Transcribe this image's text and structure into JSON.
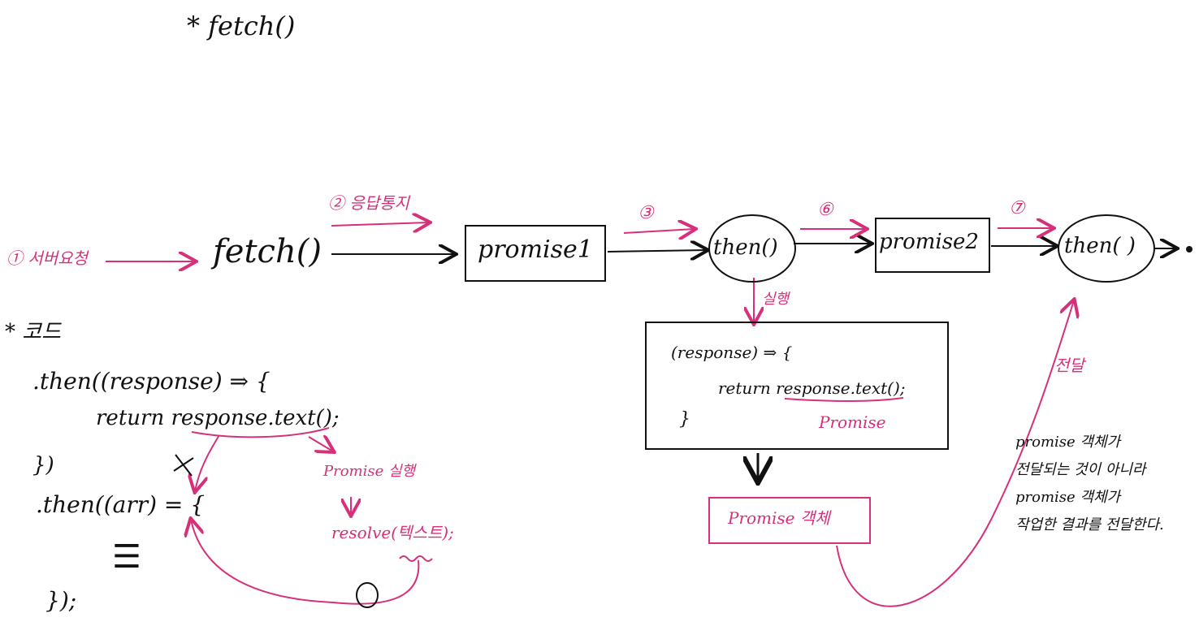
{
  "title": "* fetch()",
  "flow": {
    "step1": "① 서버요청",
    "fetch": "fetch()",
    "step2": "② 응답통지",
    "promise1": "promise1",
    "step3": "③",
    "then1": "then()",
    "step6": "⑥",
    "promise2": "promise2",
    "step7": "⑦",
    "then2": "then( )",
    "execute": "실행",
    "callback_line1": "(response) ⇒ {",
    "callback_line2": "return response.text();",
    "callback_line3": "}",
    "callback_promise": "Promise",
    "promise_object": "Promise 객체",
    "deliver": "전달",
    "note": [
      "promise 객체가",
      "전달되는 것이 아니라",
      "promise 객체가",
      "작업한 결과를 전달한다."
    ]
  },
  "code": {
    "heading": "* 코드",
    "line1": ".then((response) ⇒ {",
    "line2": "return response.text();",
    "line3": "})",
    "line4": ".then((arr) = {",
    "line5": "☰",
    "line6": "});",
    "promise_exec": "Promise 실행",
    "resolve": "resolve(텍스트);"
  },
  "colors": {
    "ink": "#111111",
    "accent": "#d6307a"
  }
}
